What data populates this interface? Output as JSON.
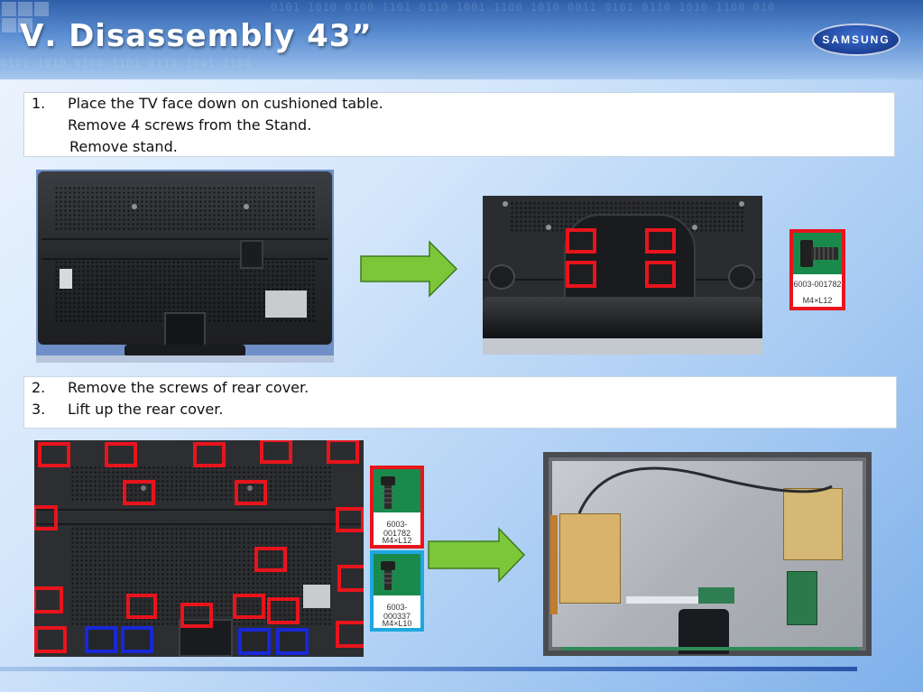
{
  "header": {
    "title": "Ⅴ. Disassembly 43”",
    "binary_text": "0101 1010 0100 1101 0110 1001 1100 1010 0011 0101 0110 1010 1100 0101 1011 0100 1010",
    "logo_text": "SAMSUNG"
  },
  "steps_top": {
    "num1": "1.",
    "line1": "Place the TV face down on cushioned table.",
    "line2": "Remove 4 screws from the Stand.",
    "line3": "Remove stand."
  },
  "steps_bottom": {
    "num2": "2.",
    "line2": "Remove the screws of rear cover.",
    "num3": "3.",
    "line3": "Lift up the rear cover."
  },
  "screws": {
    "stand": {
      "code": "6003-001782",
      "size": "M4×L12",
      "border_color": "#e8141c"
    },
    "cover_red": {
      "code": "6003-001782",
      "size": "M4×L12",
      "border_color": "#e8141c"
    },
    "cover_blue": {
      "code": "6003-000337",
      "size": "M4×L10",
      "border_color": "#1ea7e0"
    }
  },
  "colors": {
    "screw_highlight_red": "#e8141c",
    "screw_highlight_blue": "#1827d8",
    "arrow_green": "#7cc63a"
  }
}
